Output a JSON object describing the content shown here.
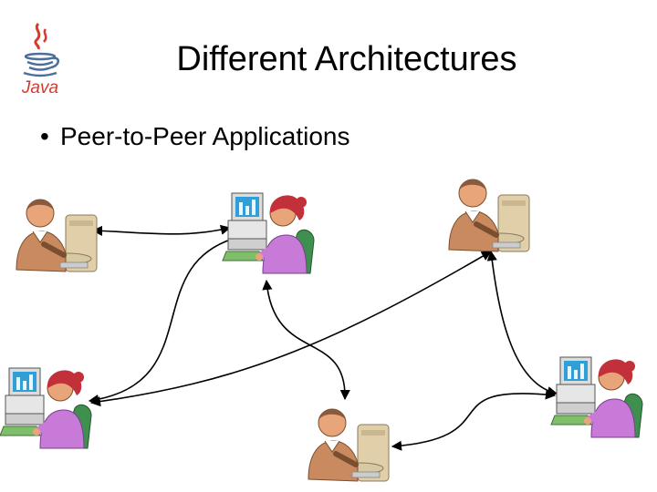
{
  "slide": {
    "title": "Different Architectures",
    "bullets": [
      {
        "marker": "•",
        "text": "Peer-to-Peer Applications"
      }
    ]
  },
  "logo": {
    "text": "Java",
    "icon": "java-coffee-cup-icon",
    "colors": {
      "cup": "#4b6f9c",
      "steam": "#d63a2e",
      "text": "#d63a2e"
    }
  },
  "diagram": {
    "nodes": [
      {
        "id": "peer-man-left",
        "icon": "man-at-computer-icon"
      },
      {
        "id": "peer-woman-top",
        "icon": "woman-at-computer-icon"
      },
      {
        "id": "peer-man-right",
        "icon": "man-at-computer-icon"
      },
      {
        "id": "peer-woman-left",
        "icon": "woman-at-computer-icon"
      },
      {
        "id": "peer-man-bottom",
        "icon": "man-at-computer-icon"
      },
      {
        "id": "peer-woman-right",
        "icon": "woman-at-computer-icon"
      }
    ],
    "edges": [
      {
        "from": "peer-man-left",
        "to": "peer-woman-top"
      },
      {
        "from": "peer-woman-top",
        "to": "peer-woman-left"
      },
      {
        "from": "peer-woman-top",
        "to": "peer-man-bottom"
      },
      {
        "from": "peer-woman-left",
        "to": "peer-man-right"
      },
      {
        "from": "peer-man-right",
        "to": "peer-woman-right"
      },
      {
        "from": "peer-man-bottom",
        "to": "peer-woman-right"
      }
    ],
    "colors": {
      "skin": "#e8a57a",
      "hair_woman": "#c2303a",
      "shirt_woman": "#c77ad8",
      "suit_man": "#c98a5f",
      "monitor": "#2f9fd8",
      "desk": "#7fbf6a",
      "chair": "#3f8f4f",
      "pc": "#e0cfa8",
      "line": "#000000"
    }
  }
}
